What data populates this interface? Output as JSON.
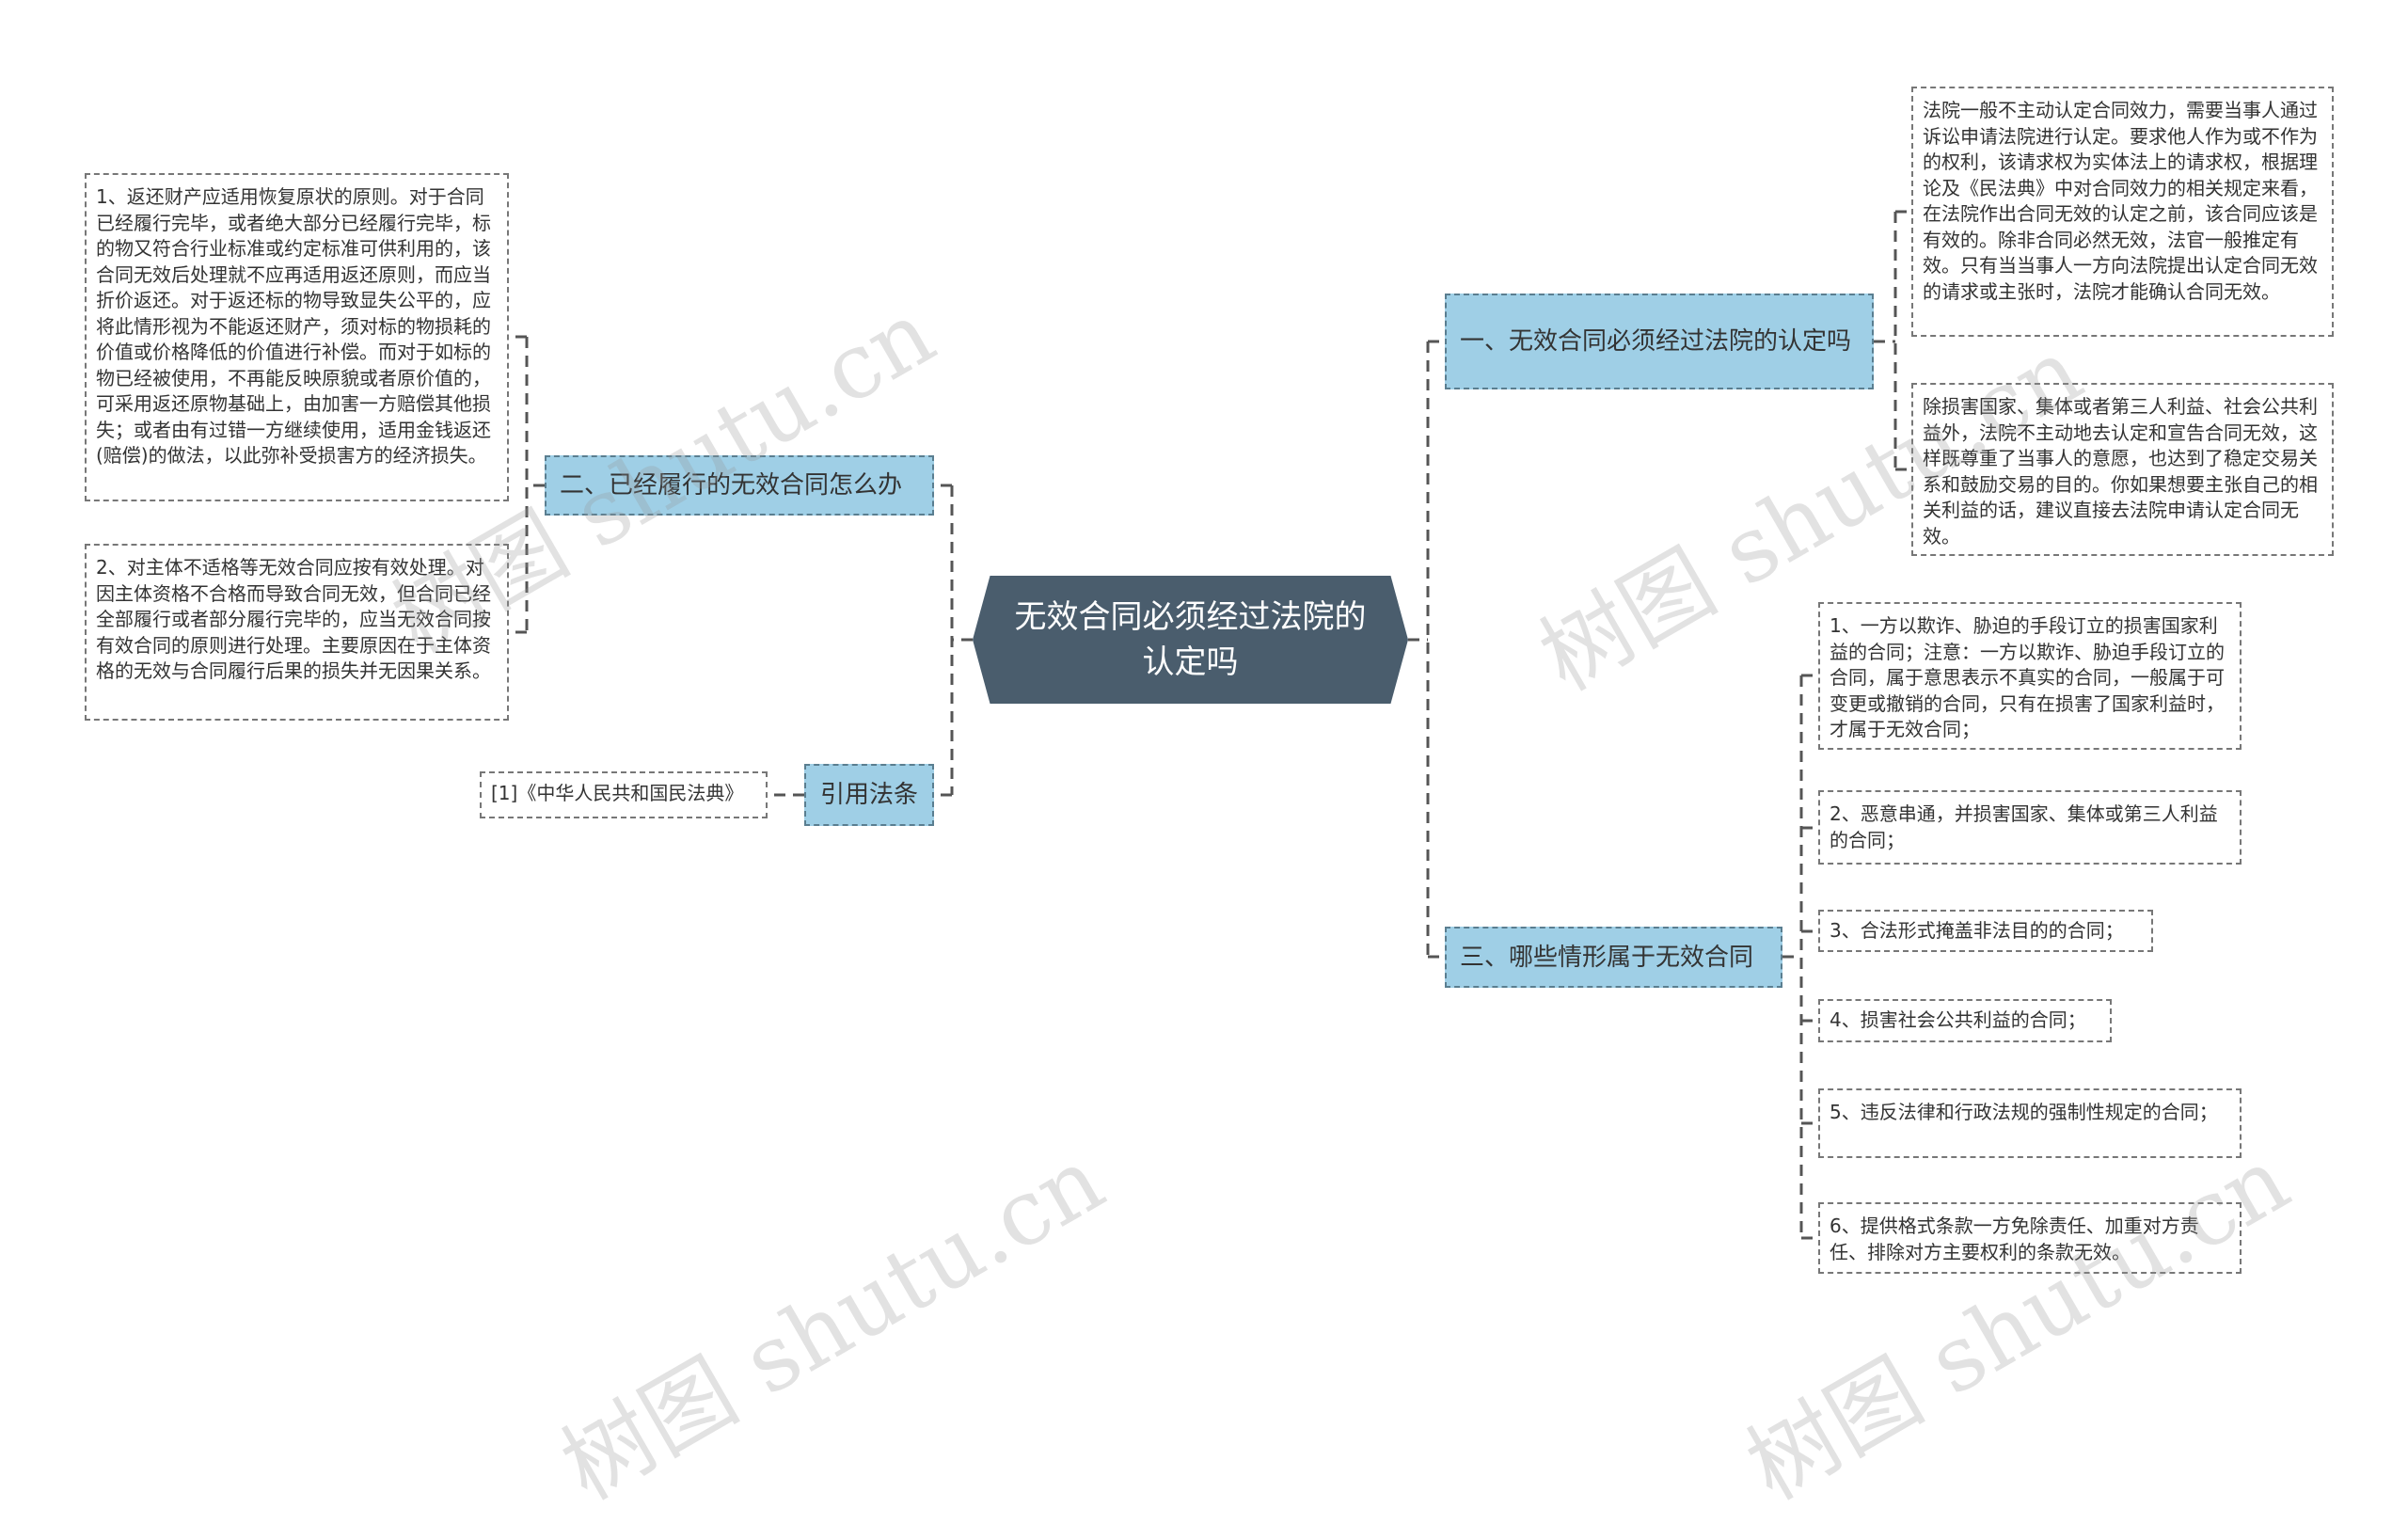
{
  "center": {
    "title": "无效合同必须经过法院的认定吗"
  },
  "branches": {
    "b1": {
      "label": "一、无效合同必须经过法院的认定吗",
      "children": [
        "法院一般不主动认定合同效力，需要当事人通过诉讼申请法院进行认定。要求他人作为或不作为的权利，该请求权为实体法上的请求权，根据理论及《民法典》中对合同效力的相关规定来看，在法院作出合同无效的认定之前，该合同应该是有效的。除非合同必然无效，法官一般推定有效。只有当当事人一方向法院提出认定合同无效的请求或主张时，法院才能确认合同无效。",
        "除损害国家、集体或者第三人利益、社会公共利益外，法院不主动地去认定和宣告合同无效，这样既尊重了当事人的意愿，也达到了稳定交易关系和鼓励交易的目的。你如果想要主张自己的相关利益的话，建议直接去法院申请认定合同无效。"
      ]
    },
    "b2": {
      "label": "二、已经履行的无效合同怎么办",
      "children": [
        "1、返还财产应适用恢复原状的原则。对于合同已经履行完毕，或者绝大部分已经履行完毕，标的物又符合行业标准或约定标准可供利用的，该合同无效后处理就不应再适用返还原则，而应当折价返还。对于返还标的物导致显失公平的，应将此情形视为不能返还财产，须对标的物损耗的价值或价格降低的价值进行补偿。而对于如标的物已经被使用，不再能反映原貌或者原价值的，可采用返还原物基础上，由加害一方赔偿其他损失；或者由有过错一方继续使用，适用金钱返还(赔偿)的做法，以此弥补受损害方的经济损失。",
        "2、对主体不适格等无效合同应按有效处理。对因主体资格不合格而导致合同无效，但合同已经全部履行或者部分履行完毕的，应当无效合同按有效合同的原则进行处理。主要原因在于主体资格的无效与合同履行后果的损失并无因果关系。"
      ]
    },
    "b3": {
      "label": "三、哪些情形属于无效合同",
      "children": [
        "1、一方以欺诈、胁迫的手段订立的损害国家利益的合同；注意：一方以欺诈、胁迫手段订立的合同，属于意思表示不真实的合同，一般属于可变更或撤销的合同，只有在损害了国家利益时，才属于无效合同；",
        "2、恶意串通，并损害国家、集体或第三人利益的合同；",
        "3、合法形式掩盖非法目的的合同；",
        "4、损害社会公共利益的合同；",
        "5、违反法律和行政法规的强制性规定的合同；",
        "6、提供格式条款一方免除责任、加重对方责任、排除对方主要权利的条款无效。"
      ]
    },
    "b4": {
      "label": "引用法条",
      "children": [
        "[1]《中华人民共和国民法典》"
      ]
    }
  },
  "watermark": "树图 shutu.cn",
  "colors": {
    "center": "#4a5d6d",
    "branch": "#9fcfe6",
    "line": "#555555"
  }
}
